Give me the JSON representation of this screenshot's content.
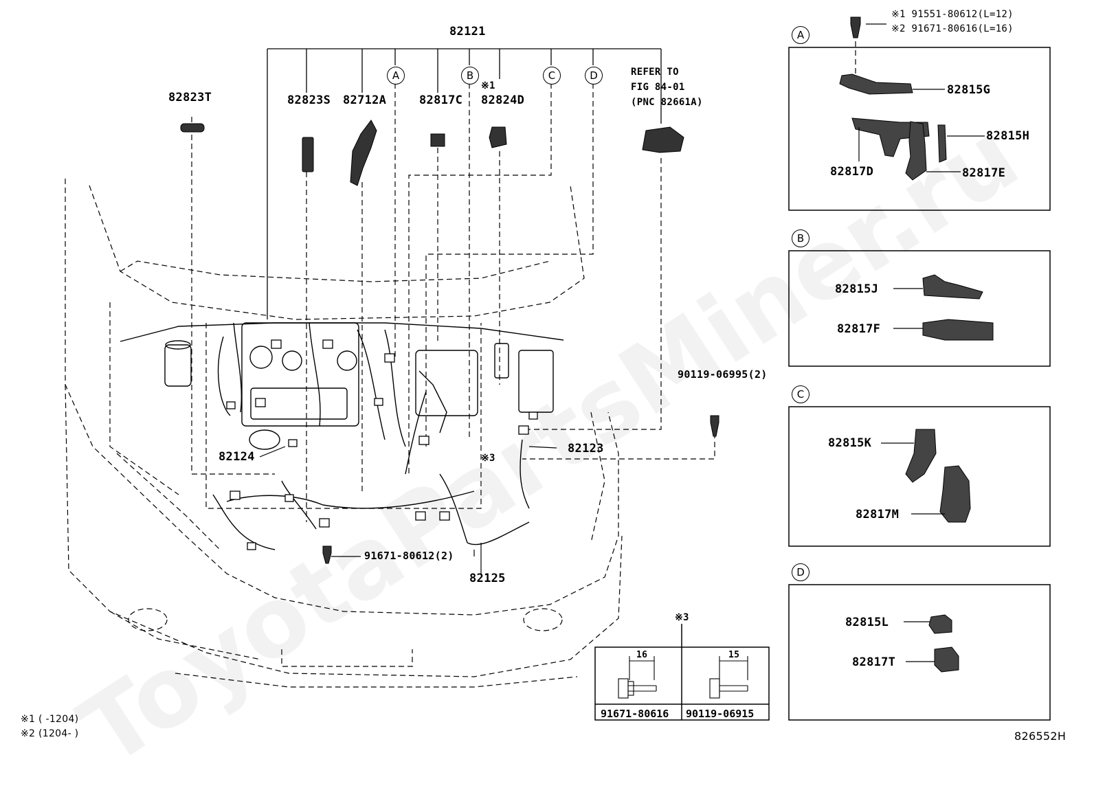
{
  "watermark": "ToyotaPartsMiner.ru",
  "diagram_code": "826552H",
  "main_part": "82121",
  "refer_note": {
    "line1": "REFER TO",
    "line2": "FIG 84-01",
    "line3": "(PNC 82661A)"
  },
  "parts_top": {
    "p82823T": "82823T",
    "p82823S": "82823S",
    "p82712A": "82712A",
    "p82817C": "82817C",
    "p82824D": "82824D",
    "mark1": "※1"
  },
  "parts_main": {
    "p82124": "82124",
    "p82123": "82123",
    "p82125": "82125",
    "mark3": "※3",
    "bolt_right": "90119-06995(2)",
    "bolt_bottom": "91671-80612(2)"
  },
  "circles": {
    "A": "A",
    "B": "B",
    "C": "C",
    "D": "D"
  },
  "inset_A": {
    "bolt1": "※1 91551-80612(L=12)",
    "bolt2": "※2 91671-80616(L=16)",
    "p1": "82815G",
    "p2": "82815H",
    "p3": "82817D",
    "p4": "82817E"
  },
  "inset_B": {
    "p1": "82815J",
    "p2": "82817F"
  },
  "inset_C": {
    "p1": "82815K",
    "p2": "82817M"
  },
  "inset_D": {
    "p1": "82815L",
    "p2": "82817T"
  },
  "bolt_table": {
    "mark": "※3",
    "col1_len": "16",
    "col2_len": "15",
    "col1_part": "91671-80616",
    "col2_part": "90119-06915"
  },
  "footnotes": {
    "n1": "※1 (      -1204)",
    "n2": "※2 (1204-      )"
  }
}
